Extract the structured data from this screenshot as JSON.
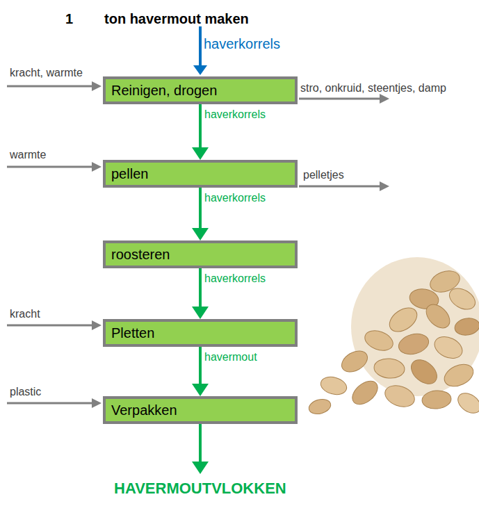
{
  "diagram": {
    "title": "ton havermout maken",
    "nodes": [
      {
        "text": [
          "Reinigen, drogen"
        ]
      },
      {
        "text": [
          "pellen"
        ]
      },
      {
        "text": [
          "roosteren"
        ]
      },
      {
        "text": [
          "Pletten"
        ]
      },
      {
        "text": [
          "Verpakken"
        ]
      }
    ],
    "edges": [
      {
        "from": 0,
        "to": 1,
        "arrow": "to",
        "label": "haverkorrels"
      },
      {
        "from": 1,
        "to": 2,
        "arrow": "to",
        "label": "haverkorrels"
      },
      {
        "from": 2,
        "to": 3,
        "arrow": "to",
        "label": "haverkorrels"
      },
      {
        "from": 3,
        "to": 4,
        "arrow": "to",
        "label": "havermout"
      }
    ],
    "labels": [
      "1",
      "haverkorrels",
      "kracht, warmte",
      "stro, onkruid, steentjes, damp",
      "warmte",
      "pelletjes",
      "kracht",
      "plastic",
      "HAVERMOUTVLOKKEN"
    ]
  }
}
